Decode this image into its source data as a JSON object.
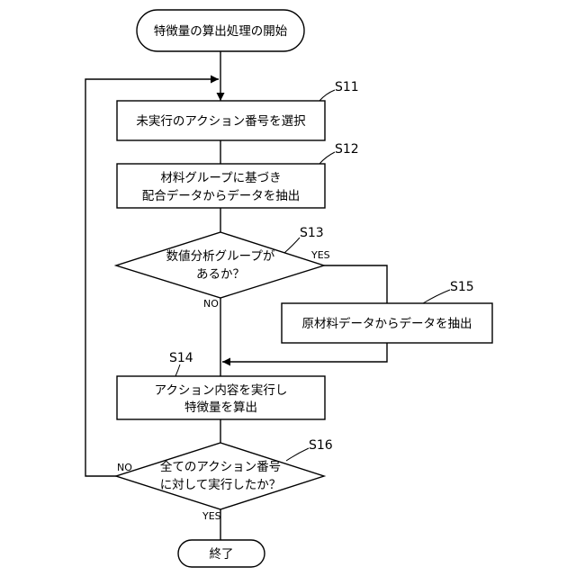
{
  "start": {
    "text": "特徴量の算出処理の開始"
  },
  "steps": {
    "s11": {
      "label": "S11",
      "lines": [
        "未実行のアクション番号を選択"
      ]
    },
    "s12": {
      "label": "S12",
      "lines": [
        "材料グループに基づき",
        "配合データからデータを抽出"
      ]
    },
    "s13": {
      "label": "S13",
      "lines": [
        "数値分析グループが",
        "あるか？"
      ],
      "yes": "YES",
      "no": "NO"
    },
    "s15": {
      "label": "S15",
      "lines": [
        "原材料データからデータを抽出"
      ]
    },
    "s14": {
      "label": "S14",
      "lines": [
        "アクション内容を実行し",
        "特徴量を算出"
      ]
    },
    "s16": {
      "label": "S16",
      "lines": [
        "全てのアクション番号",
        "に対して実行したか？"
      ],
      "yes": "YES",
      "no": "NO"
    }
  },
  "end": {
    "text": "終了"
  }
}
